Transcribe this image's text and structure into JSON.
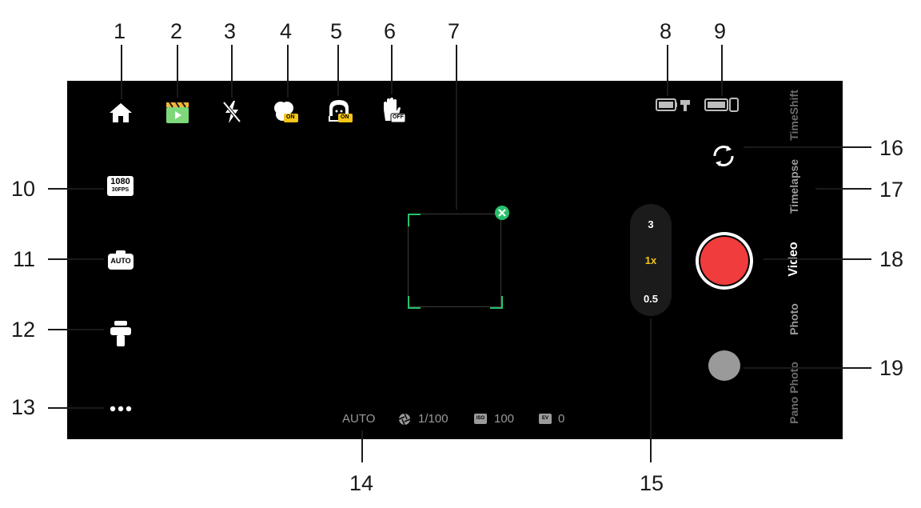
{
  "callouts": [
    "1",
    "2",
    "3",
    "4",
    "5",
    "6",
    "7",
    "8",
    "9",
    "10",
    "11",
    "12",
    "13",
    "14",
    "15",
    "16",
    "17",
    "18",
    "19"
  ],
  "top_icons": {
    "home": "home-icon",
    "story": "story-mode-icon",
    "flash": "flash-off-icon",
    "beauty": "beauty-icon",
    "beauty_badge": "ON",
    "face": "face-tracking-icon",
    "face_badge": "ON",
    "gesture": "gesture-control-icon",
    "gesture_badge": "OFF"
  },
  "status": {
    "gimbal_battery": "gimbal-battery-icon",
    "phone_battery": "phone-battery-icon"
  },
  "left": {
    "resolution_top": "1080",
    "resolution_bottom": "30FPS",
    "scene_label": "AUTO"
  },
  "params": {
    "mode": "AUTO",
    "shutter": "1/100",
    "iso_icon_label": "ISO",
    "iso": "100",
    "ev_icon_label": "EV",
    "ev": "0"
  },
  "zoom": {
    "levels": [
      "3",
      "1x",
      "0.5"
    ],
    "active": "1x",
    "active_color": "#f0c419"
  },
  "modes": [
    "TimeShift",
    "Timelapse",
    "Video",
    "Photo",
    "Pano Photo"
  ],
  "active_mode": "Video",
  "colors": {
    "record": "#f03c3c",
    "focus": "#27c06a",
    "badge": "#f5c518",
    "shutter_gray": "#9a9a9a"
  }
}
